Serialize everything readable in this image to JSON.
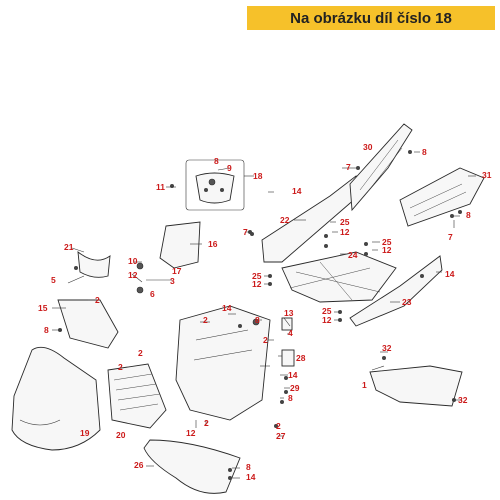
{
  "banner": {
    "text": "Na obrázku díl číslo 18"
  },
  "colors": {
    "banner_bg": "#f6c12a",
    "callout": "#cc1a1a"
  },
  "callouts": [
    "1",
    "2",
    "3",
    "4",
    "5",
    "6",
    "7",
    "8",
    "9",
    "10",
    "11",
    "12",
    "13",
    "14",
    "15",
    "16",
    "17",
    "18",
    "19",
    "20",
    "21",
    "22",
    "23",
    "24",
    "25",
    "26",
    "27",
    "28",
    "29",
    "30",
    "31",
    "32"
  ]
}
